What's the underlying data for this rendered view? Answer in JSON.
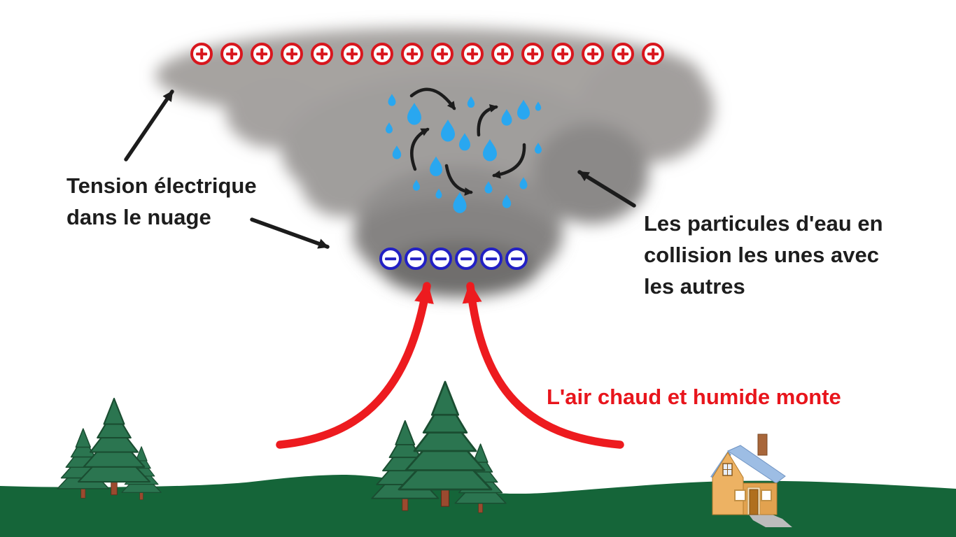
{
  "labels": {
    "tension": {
      "line1": "Tension électrique",
      "line2": "dans le nuage"
    },
    "collision": {
      "line1": "Les particules d'eau en",
      "line2": "collision les unes avec",
      "line3": "les autres"
    },
    "warm_air": {
      "text": "L'air chaud et humide monte"
    }
  },
  "charges": {
    "positive": {
      "symbol": "+",
      "count": 16,
      "color": "#d8161d",
      "name": "positive-charge"
    },
    "negative": {
      "symbol": "−",
      "count": 6,
      "color": "#2220c4",
      "name": "negative-charge"
    }
  },
  "icons": {
    "cloud": "storm-cloud",
    "droplet": "water-droplet",
    "circulation": "curved-arrow",
    "updraft": "red-up-arrow",
    "tree": "pine-tree",
    "house": "house"
  },
  "figures": {
    "water_droplet_count": 19,
    "circulation_arrow_count": 5,
    "pine_tree_cluster_count": 2,
    "house_count": 1
  },
  "colors": {
    "positive_red": "#d8161d",
    "negative_blue": "#2220c4",
    "droplet_blue": "#29a7f0",
    "updraft_red": "#ed1b1f",
    "warm_air_text_red": "#e8151c",
    "label_black": "#1d1d1d",
    "arrow_black": "#1c1c1c",
    "cloud_gray": "#a09e9c",
    "cloud_dark_gray": "#6f6e6d",
    "ground_green": "#156539",
    "tree_green": "#2b7550",
    "trunk_brown": "#9b4a2f",
    "house_wall_orange": "#e2a24f",
    "house_roof_blue": "#9dbde4"
  }
}
